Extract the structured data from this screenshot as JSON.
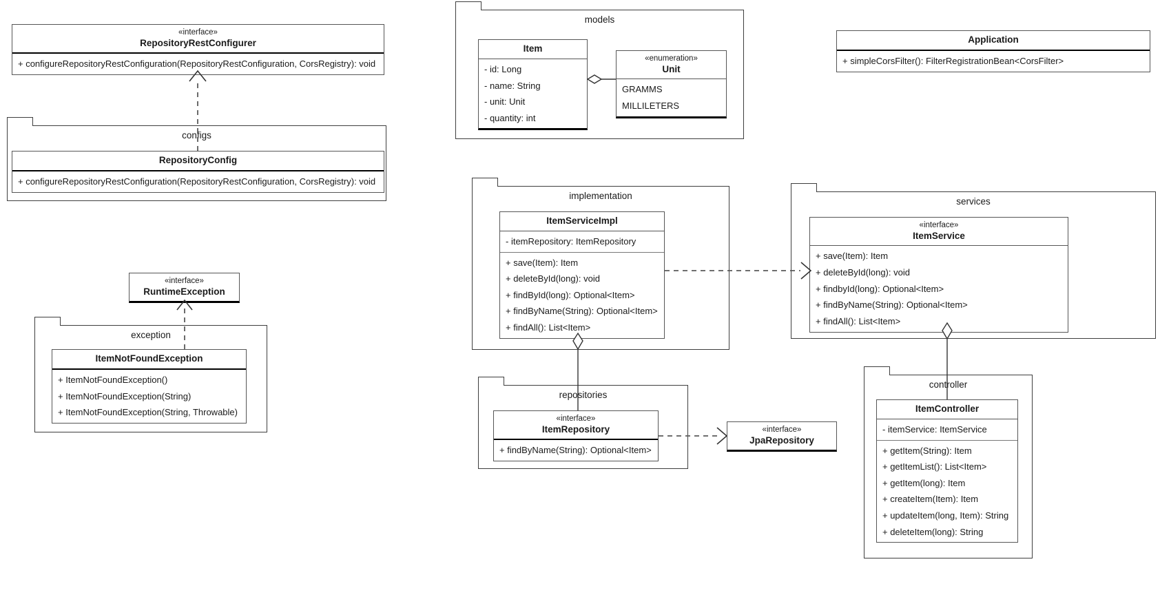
{
  "diagram": {
    "title": "UML Class Diagram",
    "stereotype_interface": "«interface»",
    "stereotype_enumeration": "«enumeration»"
  },
  "classes": {
    "repository_rest_configurer": {
      "stereotype": "«interface»",
      "name": "RepositoryRestConfigurer",
      "methods": [
        "+ configureRepositoryRestConfiguration(RepositoryRestConfiguration, CorsRegistry): void"
      ]
    },
    "repository_config": {
      "name": "RepositoryConfig",
      "methods": [
        "+ configureRepositoryRestConfiguration(RepositoryRestConfiguration, CorsRegistry): void"
      ]
    },
    "runtime_exception": {
      "stereotype": "«interface»",
      "name": "RuntimeException"
    },
    "item_not_found_exception": {
      "name": "ItemNotFoundException",
      "methods": [
        "+ ItemNotFoundException()",
        "+ ItemNotFoundException(String)",
        "+ ItemNotFoundException(String, Throwable)"
      ]
    },
    "item": {
      "name": "Item",
      "attributes": [
        "- id: Long",
        "- name: String",
        "- unit: Unit",
        "- quantity: int"
      ]
    },
    "unit": {
      "stereotype": "«enumeration»",
      "name": "Unit",
      "literals": [
        "GRAMMS",
        "MILLILETERS"
      ]
    },
    "application": {
      "name": "Application",
      "methods": [
        "+ simpleCorsFilter(): FilterRegistrationBean<CorsFilter>"
      ]
    },
    "item_service_impl": {
      "name": "ItemServiceImpl",
      "attributes": [
        "- itemRepository: ItemRepository"
      ],
      "methods": [
        "+ save(Item): Item",
        "+ deleteById(long): void",
        "+ findById(long): Optional<Item>",
        "+ findByName(String): Optional<Item>",
        "+ findAll(): List<Item>"
      ]
    },
    "item_service": {
      "stereotype": "«interface»",
      "name": "ItemService",
      "methods": [
        "+ save(Item): Item",
        "+ deleteById(long): void",
        "+ findbyId(long): Optional<Item>",
        "+ findByName(String): Optional<Item>",
        "+ findAll(): List<Item>"
      ]
    },
    "item_repository": {
      "stereotype": "«interface»",
      "name": "ItemRepository",
      "methods": [
        "+ findByName(String): Optional<Item>"
      ]
    },
    "jpa_repository": {
      "stereotype": "«interface»",
      "name": "JpaRepository"
    },
    "item_controller": {
      "name": "ItemController",
      "attributes": [
        "- itemService: ItemService"
      ],
      "methods": [
        "+ getItem(String): Item",
        "+ getItemList(): List<Item>",
        "+ getItem(long): Item",
        "+ createItem(Item): Item",
        "+ updateItem(long, Item): String",
        "+ deleteItem(long): String"
      ]
    }
  },
  "packages": {
    "configs": {
      "name": "configs"
    },
    "exception": {
      "name": "exception"
    },
    "models": {
      "name": "models"
    },
    "implementation": {
      "name": "implementation"
    },
    "services": {
      "name": "services"
    },
    "repositories": {
      "name": "repositories"
    },
    "controller": {
      "name": "controller"
    }
  },
  "relationships": [
    {
      "type": "realization",
      "from": "RepositoryConfig",
      "to": "RepositoryRestConfigurer"
    },
    {
      "type": "realization",
      "from": "ItemNotFoundException",
      "to": "RuntimeException"
    },
    {
      "type": "aggregation",
      "from": "Item",
      "to": "Unit"
    },
    {
      "type": "realization",
      "from": "ItemServiceImpl",
      "to": "ItemService"
    },
    {
      "type": "aggregation",
      "from": "ItemServiceImpl",
      "to": "ItemRepository"
    },
    {
      "type": "realization",
      "from": "ItemRepository",
      "to": "JpaRepository"
    },
    {
      "type": "aggregation",
      "from": "ItemService",
      "to": "ItemController"
    }
  ],
  "colors": {
    "stroke": "#3d3d3d",
    "box_stroke": "#555555",
    "text": "#1a1a1a",
    "background": "#ffffff",
    "dash": "#5a5a5a"
  }
}
